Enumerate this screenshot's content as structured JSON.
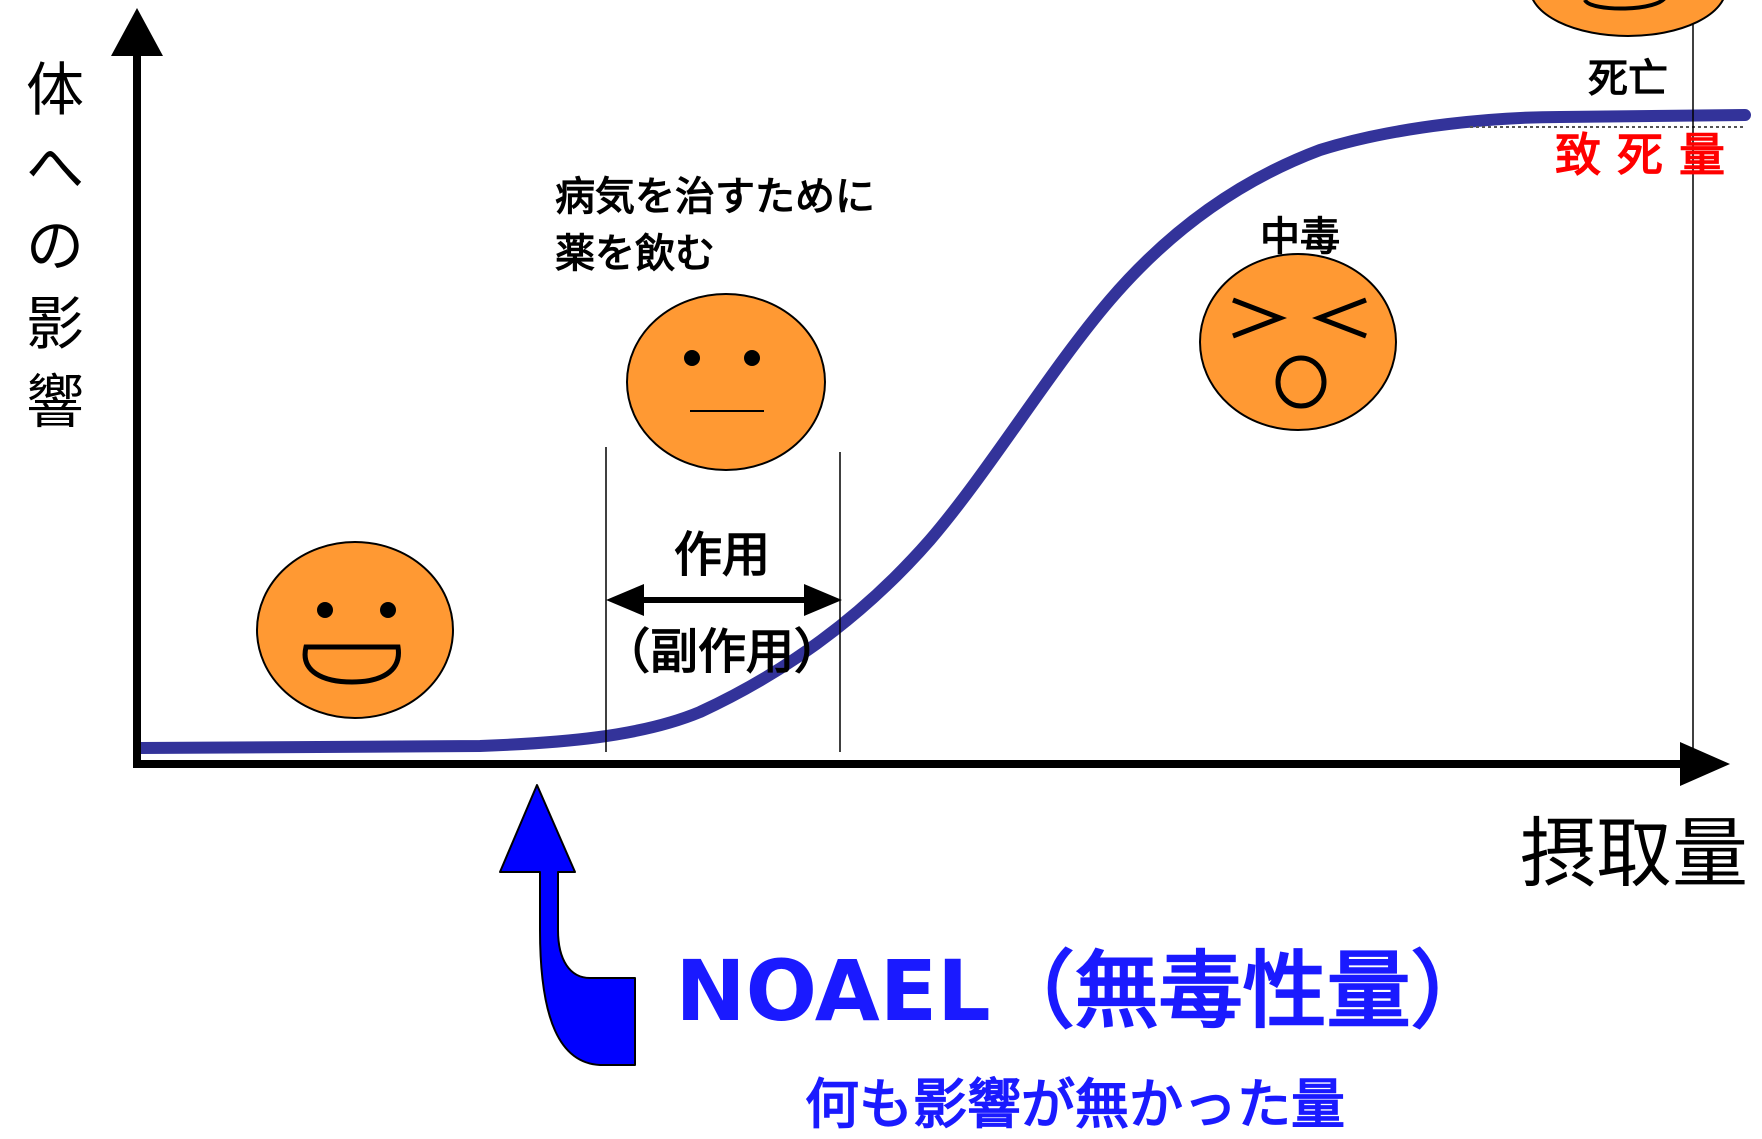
{
  "axes": {
    "y_label": "体への影響",
    "x_label": "摂取量"
  },
  "stages": {
    "medicine_caption_line1": "病気を治すために",
    "medicine_caption_line2": "薬を飲む",
    "effect_label": "作用",
    "side_effect_label": "（副作用）",
    "poisoning_label": "中毒",
    "death_label": "死亡",
    "lethal_dose_label": "致 死 量"
  },
  "noael": {
    "title": "NOAEL（無毒性量）",
    "description": "何も影響が無かった量"
  },
  "colors": {
    "curve": "#33339a",
    "face_fill": "#ff9933",
    "noael_blue": "#0000ff",
    "noael_text": "#1a1aff",
    "lethal_red": "#ff0000",
    "axis": "#000000"
  },
  "icons": {
    "happy_face": "grinning-face-icon",
    "neutral_face": "neutral-face-icon",
    "poisoned_face": "distressed-face-icon",
    "dead_face": "face-icon",
    "noael_arrow": "bent-up-arrow-icon"
  }
}
